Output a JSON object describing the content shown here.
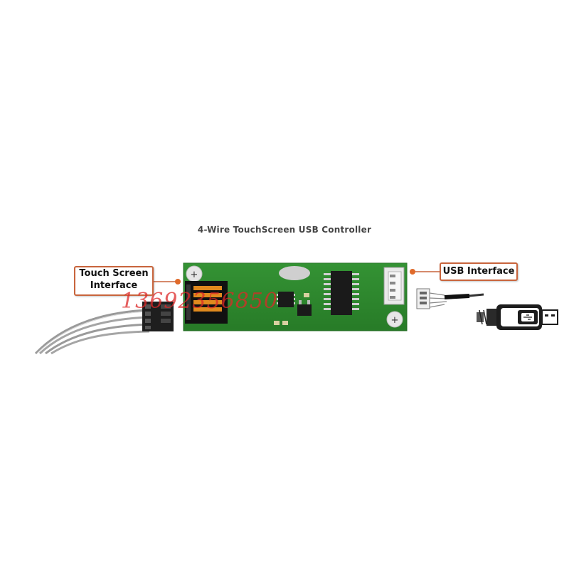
{
  "title": "4-Wire TouchScreen USB Controller",
  "callouts": {
    "touch_line1": "Touch Screen",
    "touch_line2": "Interface",
    "usb": "USB Interface"
  },
  "watermark": "13692356850",
  "colors": {
    "accent": "#c8643c",
    "pcb": "#2e8b2e",
    "chip": "#1a1a1a"
  }
}
